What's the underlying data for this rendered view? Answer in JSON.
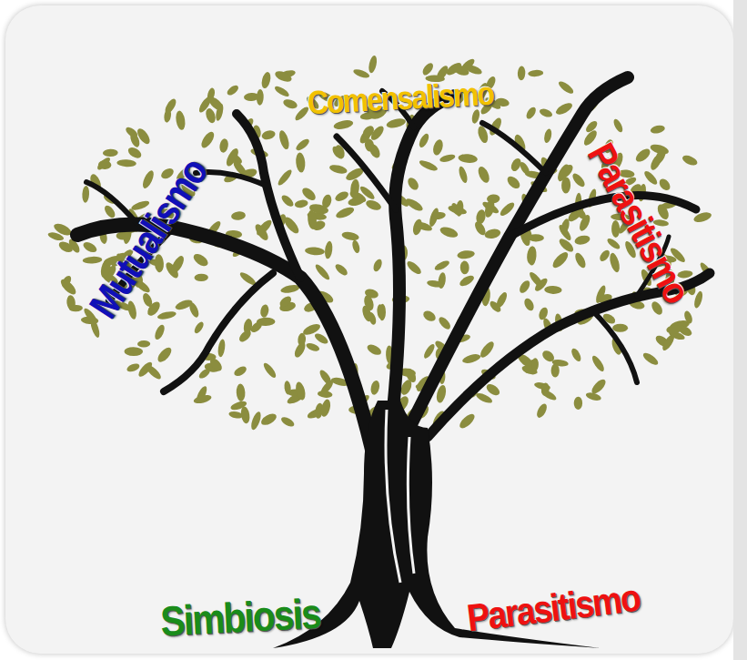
{
  "diagram": {
    "labels": [
      "Mutualismo",
      "Comensalismo",
      "Parasitismo",
      "Simbiosis",
      "Parasitismo"
    ]
  }
}
